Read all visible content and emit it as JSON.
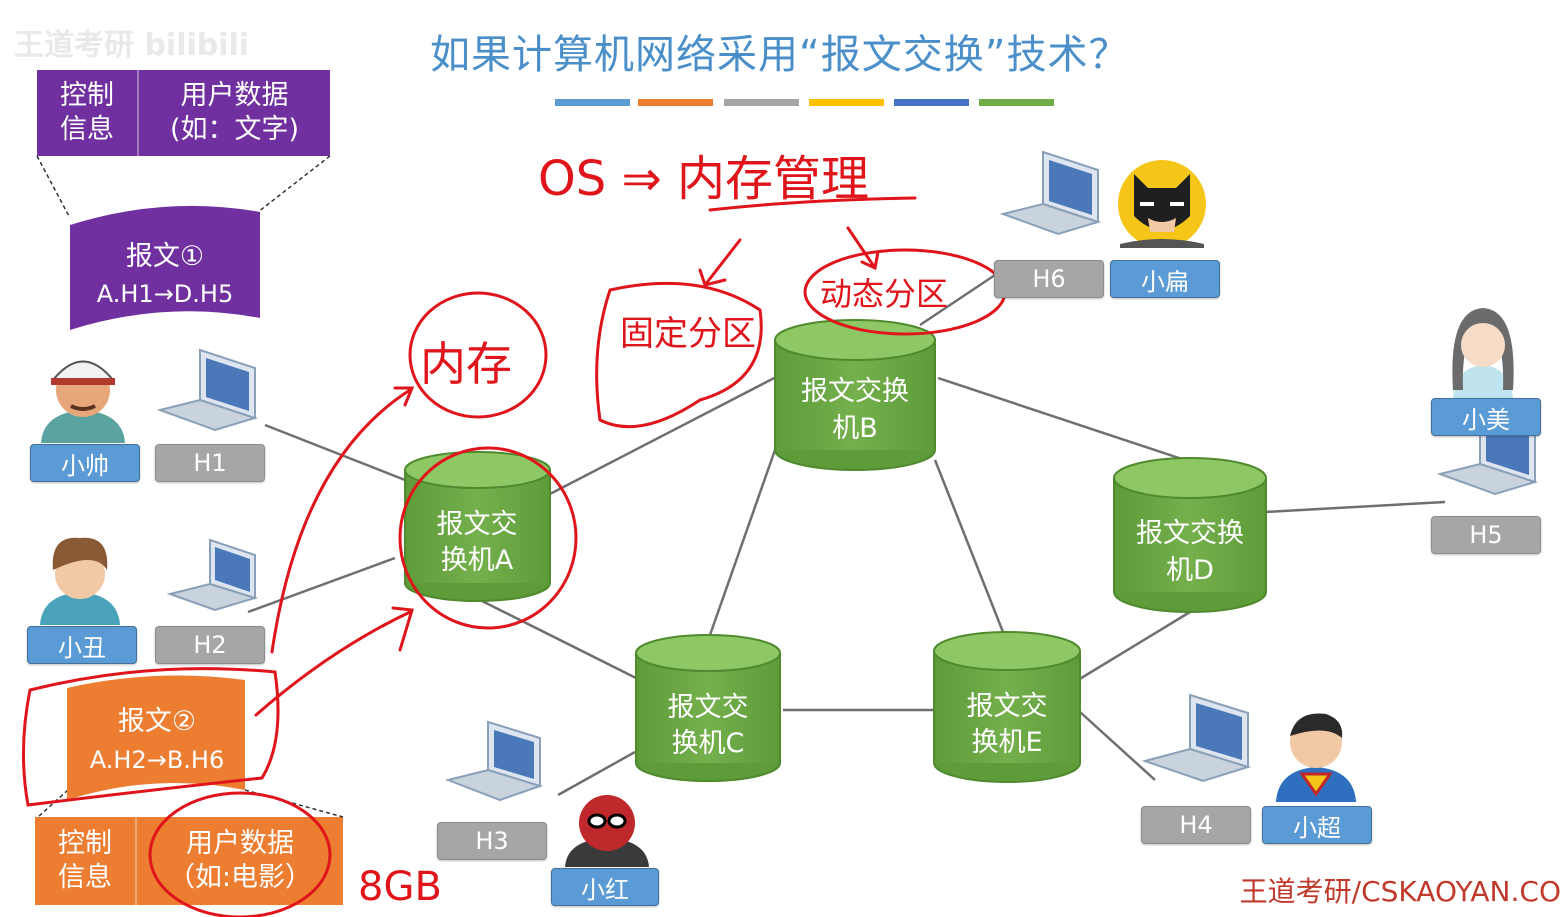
{
  "title": "如果计算机网络采用“报文交换”技术？",
  "watermark": "王道考研 bilibili",
  "brand": "王道考研/CSKAOYAN.CO",
  "colors": {
    "title": "#4a8fc9",
    "switch_green": "#70ad47",
    "message_purple": "#7030a0",
    "message_orange": "#ed7d31",
    "host_gray": "#a6a6a6",
    "user_blue": "#5b9bd5",
    "annotation_red": "#e0151b",
    "link_gray": "#6f6f6f",
    "bars": [
      "#5b9bd5",
      "#ed7d31",
      "#a5a5a5",
      "#ffc000",
      "#4472c4",
      "#70ad47"
    ]
  },
  "header_top": {
    "ctrl": [
      "控制",
      "信息"
    ],
    "data": [
      "用户数据",
      "(如：文字)"
    ]
  },
  "header_bottom": {
    "ctrl": [
      "控制",
      "信息"
    ],
    "data": [
      "用户数据",
      "（如:电影）"
    ]
  },
  "messages": [
    {
      "id": "msg1",
      "line1": "报文①",
      "line2": "A.H1→D.H5"
    },
    {
      "id": "msg2",
      "line1": "报文②",
      "line2": "A.H2→B.H6"
    }
  ],
  "switches": [
    {
      "id": "A",
      "line1": "报文交",
      "line2": "换机A"
    },
    {
      "id": "B",
      "line1": "报文交换",
      "line2": "机B"
    },
    {
      "id": "C",
      "line1": "报文交",
      "line2": "换机C"
    },
    {
      "id": "D",
      "line1": "报文交换",
      "line2": "机D"
    },
    {
      "id": "E",
      "line1": "报文交",
      "line2": "换机E"
    }
  ],
  "hosts": [
    "H1",
    "H2",
    "H3",
    "H4",
    "H5",
    "H6"
  ],
  "users": [
    "小帅",
    "小丑",
    "小红",
    "小超",
    "小美",
    "小扁"
  ],
  "annotations": {
    "os": "OS ⇒ 内存管理",
    "fixed": "固定分区",
    "dynamic": "动态分区",
    "memory": "内存",
    "size": "8GB"
  }
}
